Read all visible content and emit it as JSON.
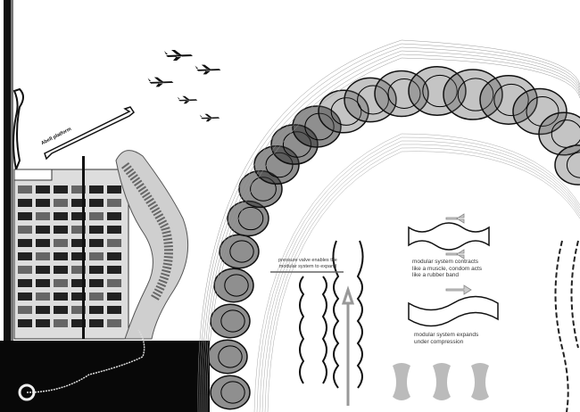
{
  "collage": {
    "left_panel": {
      "arrow_label": "Abell platform"
    },
    "diagram": {
      "pressure_valve_note": "pressure valve enables the modular system to expand",
      "contracts_note": "modular system contracts like a muscle, condom acts like a rubber band",
      "expands_note": "modular system expands under compression"
    }
  }
}
